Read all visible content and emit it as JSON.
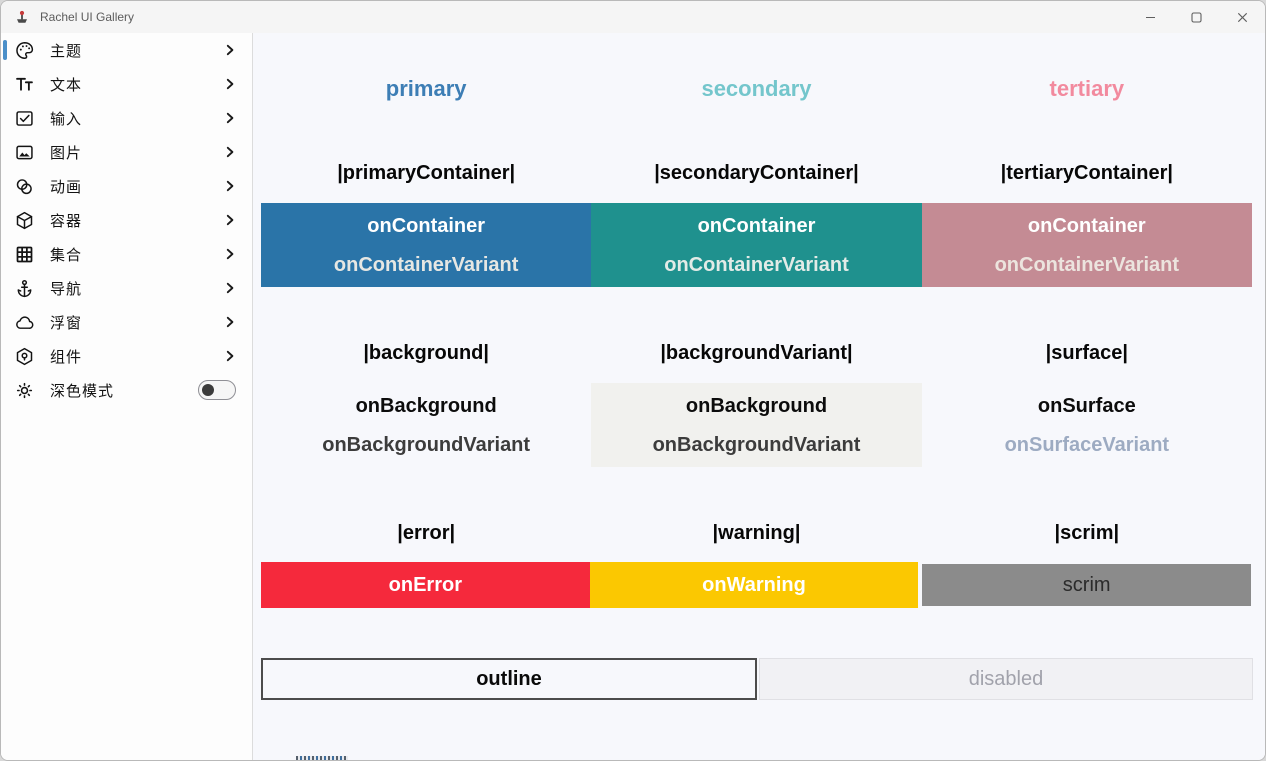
{
  "window": {
    "title": "Rachel UI Gallery"
  },
  "sidebar": {
    "active_item": "主题",
    "active_color": "#4b8fc9",
    "items": [
      {
        "label": "主题",
        "icon": "palette-icon",
        "active": true
      },
      {
        "label": "文本",
        "icon": "text-icon",
        "active": false
      },
      {
        "label": "输入",
        "icon": "input-checkbox-icon",
        "active": false
      },
      {
        "label": "图片",
        "icon": "image-icon",
        "active": false
      },
      {
        "label": "动画",
        "icon": "animation-icon",
        "active": false
      },
      {
        "label": "容器",
        "icon": "container-cube-icon",
        "active": false
      },
      {
        "label": "集合",
        "icon": "collection-grid-icon",
        "active": false
      },
      {
        "label": "导航",
        "icon": "anchor-icon",
        "active": false
      },
      {
        "label": "浮窗",
        "icon": "cloud-icon",
        "active": false
      },
      {
        "label": "组件",
        "icon": "component-icon",
        "active": false
      }
    ],
    "dark_mode": {
      "label": "深色模式",
      "icon": "sun-icon",
      "enabled": false
    }
  },
  "palette": {
    "headers": [
      {
        "label": "primary",
        "color": "#3d7eb5"
      },
      {
        "label": "secondary",
        "color": "#74c6cc"
      },
      {
        "label": "tertiary",
        "color": "#f28a9e"
      }
    ],
    "container_labels": [
      "|primaryContainer|",
      "|secondaryContainer|",
      "|tertiaryContainer|"
    ],
    "container_blocks": [
      {
        "bg": "#2a74a8",
        "on": "onContainer",
        "variant": "onContainerVariant",
        "on_color": "#ffffff",
        "variant_color": "#e6e7e3"
      },
      {
        "bg": "#1f918e",
        "on": "onContainer",
        "variant": "onContainerVariant",
        "on_color": "#ffffff",
        "variant_color": "#e2ebe7"
      },
      {
        "bg": "#c48b94",
        "on": "onContainer",
        "variant": "onContainerVariant",
        "on_color": "#ffffff",
        "variant_color": "#ece4de"
      }
    ],
    "background_labels": [
      "|background|",
      "|backgroundVariant|",
      "|surface|"
    ],
    "background_blocks": [
      {
        "bg": "transparent",
        "on": "onBackground",
        "variant": "onBackgroundVariant",
        "on_color": "#0c0c0c",
        "variant_color": "#3c3c3c"
      },
      {
        "bg": "#f1f1ee",
        "on": "onBackground",
        "variant": "onBackgroundVariant",
        "on_color": "#0c0c0c",
        "variant_color": "#3c3c3c"
      },
      {
        "bg": "transparent",
        "on": "onSurface",
        "variant": "onSurfaceVariant",
        "on_color": "#0c0c0c",
        "variant_color": "#9dabc2"
      }
    ],
    "status_labels": [
      "|error|",
      "|warning|",
      "|scrim|"
    ],
    "status_blocks": [
      {
        "bg": "#f5293c",
        "label": "onError",
        "text_color": "#ffffff"
      },
      {
        "bg": "#fbc801",
        "label": "onWarning",
        "text_color": "#ffffff"
      },
      {
        "bg": "#8b8b8b",
        "label": "scrim",
        "text_color": "#2b2b2b"
      }
    ],
    "outline_label": "outline",
    "disabled_label": "disabled"
  }
}
